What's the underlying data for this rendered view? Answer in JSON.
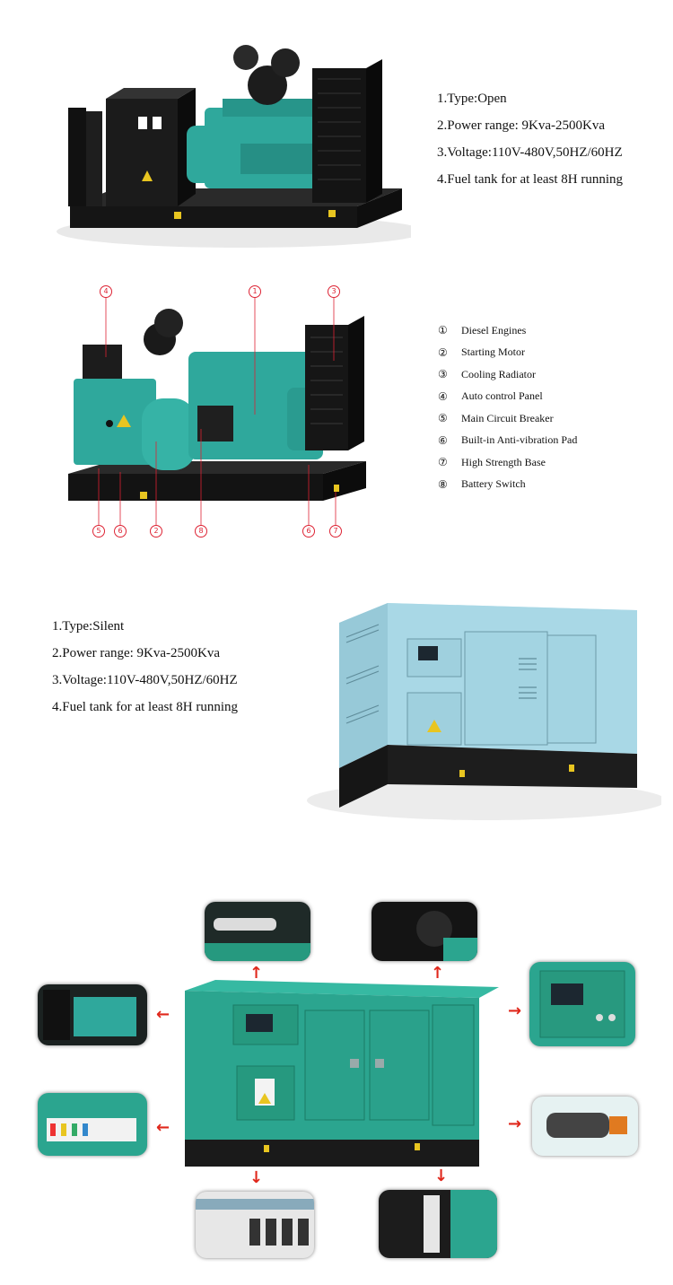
{
  "open_specs": [
    "1.Type:Open",
    "2.Power range: 9Kva-2500Kva",
    "3.Voltage:110V-480V,50HZ/60HZ",
    "4.Fuel tank for at least 8H running"
  ],
  "components": [
    {
      "num": "①",
      "label": "Diesel Engines"
    },
    {
      "num": "②",
      "label": "Starting Motor"
    },
    {
      "num": "③",
      "label": "Cooling Radiator"
    },
    {
      "num": "④",
      "label": "Auto control Panel"
    },
    {
      "num": "⑤",
      "label": "Main Circuit Breaker"
    },
    {
      "num": "⑥",
      "label": "Built-in Anti-vibration Pad"
    },
    {
      "num": "⑦",
      "label": "High Strength Base"
    },
    {
      "num": "⑧",
      "label": "Battery Switch"
    }
  ],
  "diagram_callouts": {
    "c1": "1",
    "c2": "2",
    "c3": "3",
    "c4": "4",
    "c5": "5",
    "c6a": "6",
    "c6b": "6",
    "c7": "7",
    "c8": "8"
  },
  "silent_specs": [
    "1.Type:Silent",
    "2.Power range: 9Kva-2500Kva",
    "3.Voltage:110V-480V,50HZ/60HZ",
    "4.Fuel tank for at least 8H running"
  ],
  "colors": {
    "engine_teal": "#2fa89c",
    "canopy_blue": "#a9d8e6",
    "canopy_teal": "#2ba58f",
    "frame_black": "#1a1a1a",
    "arrow_red": "#e0281c"
  }
}
